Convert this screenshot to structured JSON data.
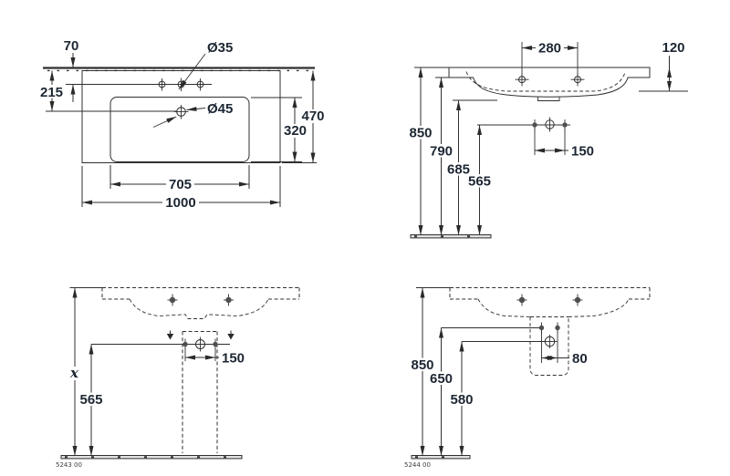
{
  "colors": {
    "line": "#2f2f2f",
    "dim_text": "#1d2733",
    "bolt_fill": "#4f4f4f",
    "floor_fill": "#e3e3e3",
    "background": "#ffffff"
  },
  "views": {
    "plan": {
      "dims": {
        "tap_to_wall": "70",
        "drain_to_wall": "215",
        "tap_hole_dia": "Ø35",
        "drain_hole_dia": "Ø45",
        "depth_total": "470",
        "depth_basin": "320",
        "width_basin": "705",
        "width_total": "1000"
      }
    },
    "side": {
      "dims": {
        "fixing_hole_spacing": "280",
        "rim_thickness": "120",
        "height_rim": "850",
        "height_underside": "790",
        "height_bottom": "685",
        "height_fixing": "565",
        "fixing_spacing": "150"
      }
    },
    "front_left": {
      "code": "5243 00",
      "dims": {
        "height_rim": "x",
        "height_fixing": "565",
        "fixing_spacing": "150"
      }
    },
    "front_right": {
      "code": "5244 00",
      "dims": {
        "height_rim": "850",
        "height_fixing": "650",
        "height_drain": "580",
        "bolt_spacing": "80"
      }
    }
  }
}
